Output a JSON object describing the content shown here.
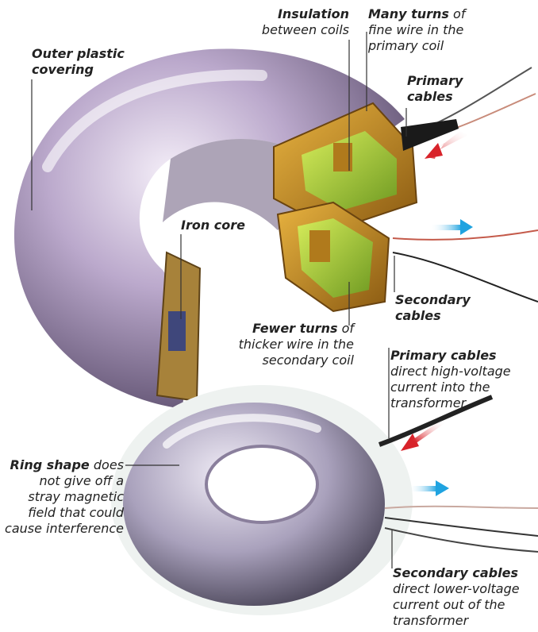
{
  "labels": {
    "outer_covering": {
      "bold": "Outer plastic covering",
      "rest": ""
    },
    "insulation": {
      "bold": "Insulation",
      "rest": "between coils"
    },
    "many_turns": {
      "bold": "Many turns",
      "rest": "of fine wire in the primary coil"
    },
    "primary_cables_top": {
      "bold": "Primary cables",
      "rest": ""
    },
    "iron_core": {
      "bold": "Iron core",
      "rest": ""
    },
    "secondary_cables_top": {
      "bold": "Secondary cables",
      "rest": ""
    },
    "fewer_turns": {
      "bold": "Fewer turns",
      "rest": "of thicker wire in the secondary coil"
    },
    "primary_cables_bottom": {
      "bold": "Primary cables",
      "rest": "direct high-voltage current into the transformer"
    },
    "ring_shape": {
      "bold": "Ring shape",
      "rest": "does not give off a stray magnetic field that could cause interference"
    },
    "secondary_cables_bottom": {
      "bold": "Secondary cables",
      "rest": "direct lower-voltage current out of  the transformer"
    }
  },
  "colors": {
    "input_arrow": "#d8232a",
    "output_arrow": "#1fa3e0",
    "plastic": "#b7a6c8",
    "coil": "#c98a22",
    "coil_inner": "#9fc43a"
  }
}
